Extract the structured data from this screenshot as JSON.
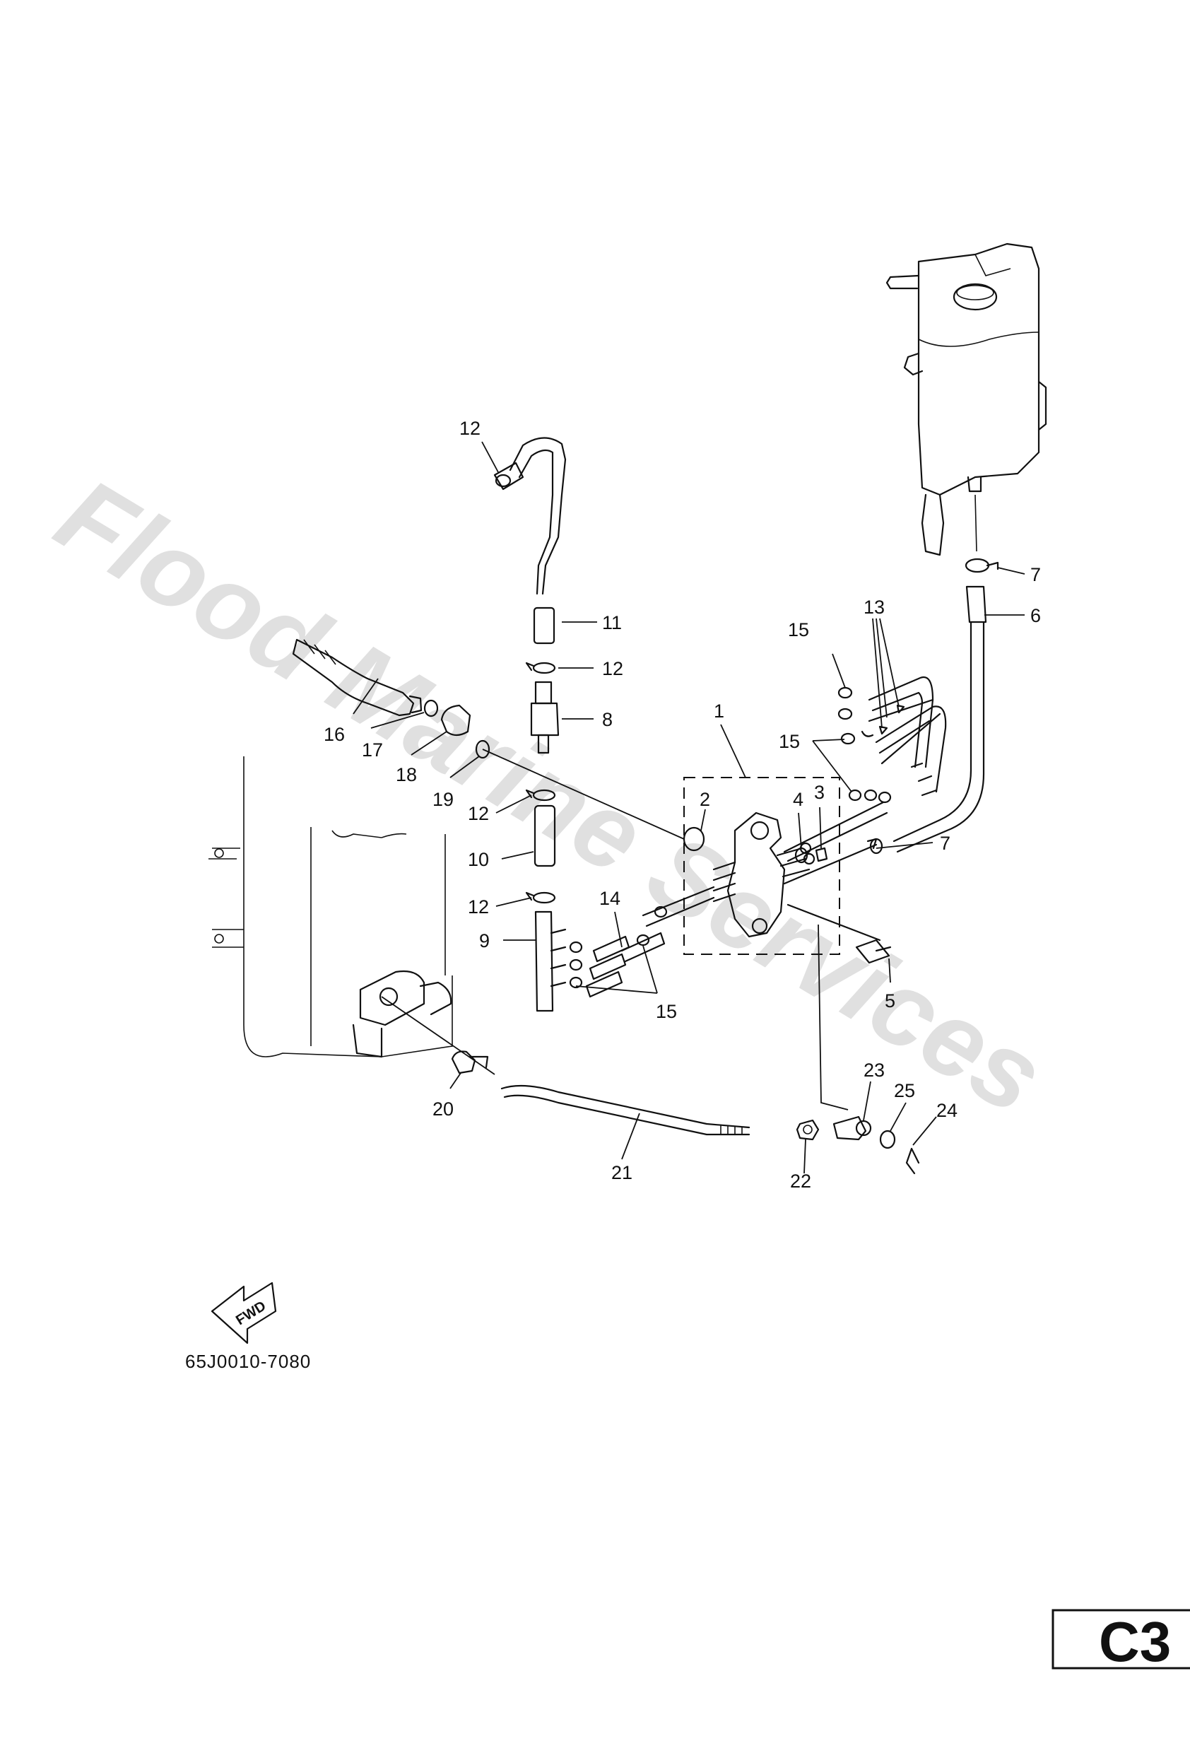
{
  "watermark": "Flood Marine Services",
  "diagram_code": "65J0010-7080",
  "page_code": "C3",
  "forward_label": "FWD",
  "callouts": {
    "c1": "1",
    "c2": "2",
    "c3": "3",
    "c4": "4",
    "c5": "5",
    "c6": "6",
    "c7a": "7",
    "c7b": "7",
    "c8": "8",
    "c9": "9",
    "c10": "10",
    "c11": "11",
    "c12a": "12",
    "c12b": "12",
    "c12c": "12",
    "c12d": "12",
    "c13": "13",
    "c14": "14",
    "c15a": "15",
    "c15b": "15",
    "c15c": "15",
    "c16": "16",
    "c17": "17",
    "c18": "18",
    "c19": "19",
    "c20": "20",
    "c21": "21",
    "c22": "22",
    "c23": "23",
    "c24": "24",
    "c25": "25"
  }
}
